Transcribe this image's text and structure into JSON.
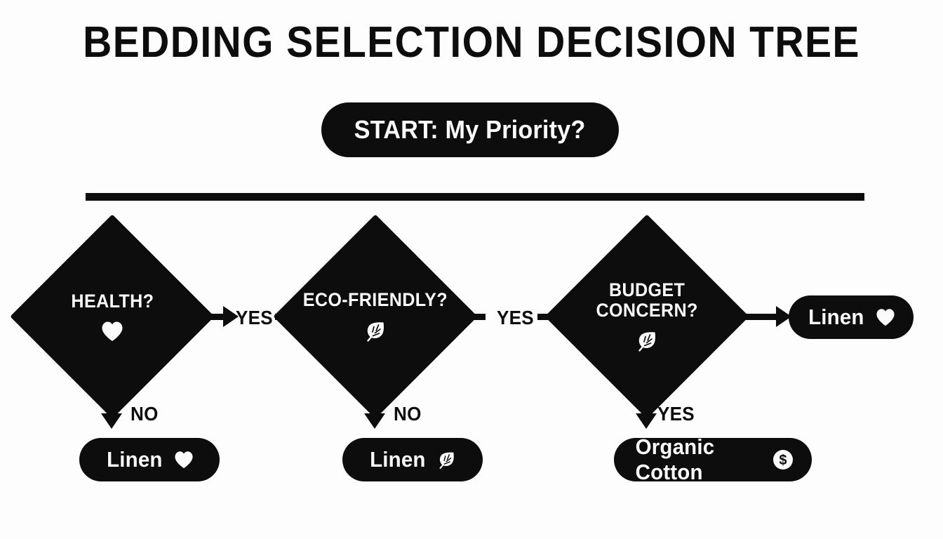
{
  "page": {
    "title": "BEDDING SELECTION DECISION TREE",
    "background_color": "#fdfdfe",
    "ink_color": "#0d0d0d",
    "paper_color": "#fbfbfb"
  },
  "start": {
    "label": "START: My Priority?"
  },
  "divider": {
    "present": true
  },
  "nodes": [
    {
      "id": "health",
      "type": "decision",
      "label": "HEALTH?",
      "icon": "heart-icon"
    },
    {
      "id": "eco",
      "type": "decision",
      "label": "ECO-FRIENDLY?",
      "icon": "leaf-icon"
    },
    {
      "id": "budget",
      "type": "decision",
      "label": "BUDGET\nCONCERN?",
      "icon": "leaf-icon"
    }
  ],
  "results": [
    {
      "id": "result-health-no",
      "label": "Linen",
      "icon": "heart-icon"
    },
    {
      "id": "result-eco-no",
      "label": "Linen",
      "icon": "leaf-icon"
    },
    {
      "id": "result-budget-yes",
      "label": "Organic Cotton",
      "icon": "dollar-icon"
    },
    {
      "id": "result-budget-no",
      "label": "Linen",
      "icon": "heart-icon"
    }
  ],
  "edges": [
    {
      "id": "health-to-eco",
      "label": "YES",
      "direction": "right"
    },
    {
      "id": "eco-to-budget",
      "label": "YES",
      "direction": "right"
    },
    {
      "id": "budget-to-linen",
      "label": "",
      "direction": "right"
    },
    {
      "id": "health-down",
      "label": "NO",
      "direction": "down"
    },
    {
      "id": "eco-down",
      "label": "NO",
      "direction": "down"
    },
    {
      "id": "budget-down",
      "label": "YES",
      "direction": "down"
    }
  ]
}
